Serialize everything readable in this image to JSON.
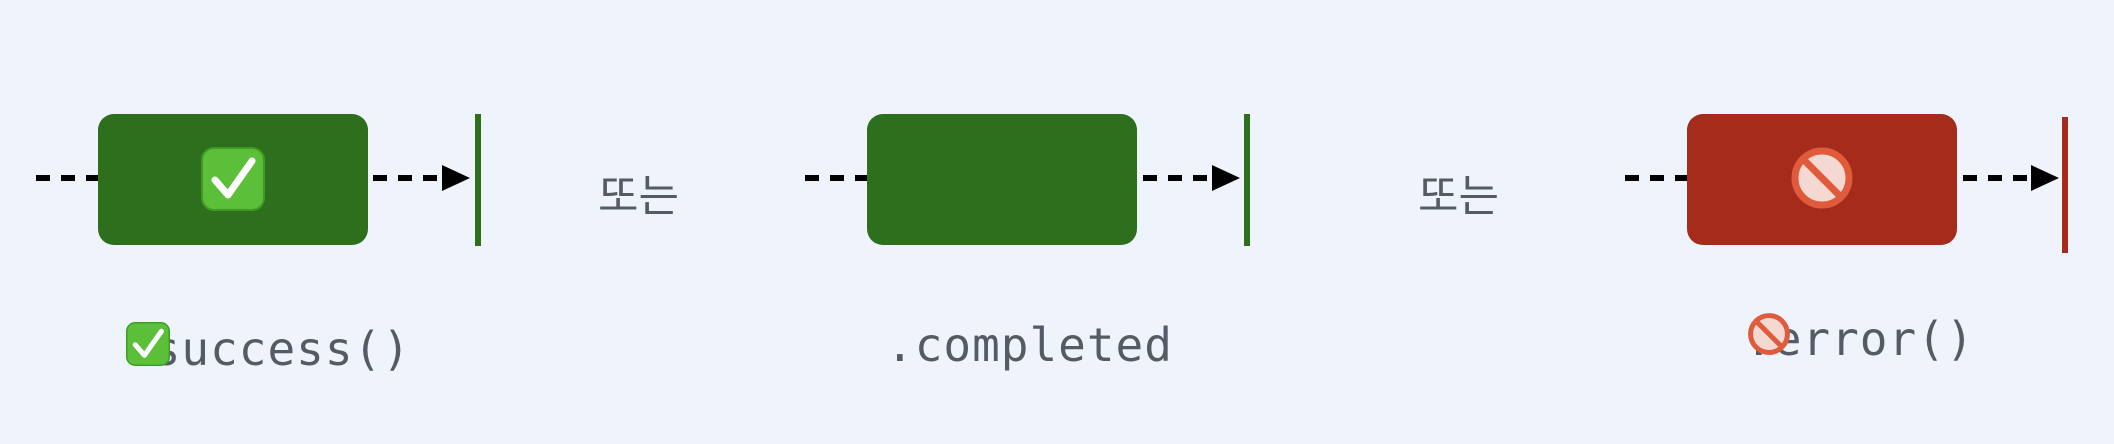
{
  "panels": [
    {
      "id": "success",
      "state": "success",
      "box_color": "#2e6f1e",
      "end_bar_color": "#2e6f1e",
      "icon": "check-mark-icon",
      "label_prefix": ".success(",
      "label_suffix": ")"
    },
    {
      "id": "completed",
      "state": "completed",
      "box_color": "#2e6f1e",
      "end_bar_color": "#2e6f1e",
      "icon": null,
      "label": ".completed"
    },
    {
      "id": "error",
      "state": "error",
      "box_color": "#a52b1b",
      "end_bar_color": "#a52b1b",
      "icon": "prohibited-icon",
      "label_prefix": ".error(",
      "label_suffix": ")"
    }
  ],
  "connectors": [
    "또는",
    "또는"
  ],
  "colors": {
    "background": "#eff4fc",
    "line": "#000000",
    "check_badge": "#5cbf3a",
    "prohibited": "#e05a3c",
    "text": "#545b66"
  }
}
